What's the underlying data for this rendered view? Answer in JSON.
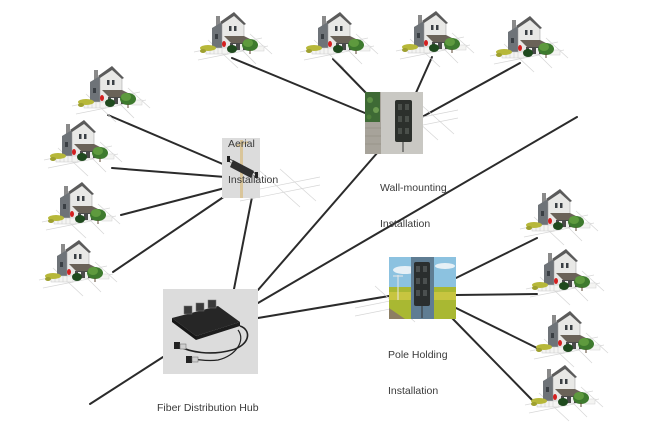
{
  "diagram": {
    "title": "FTTH fiber distribution network",
    "line_color": "#2b2b2b",
    "nodes": {
      "hub": {
        "label_lines": [
          "Fiber Distribution Hub"
        ]
      },
      "aerial": {
        "label_lines": [
          "Aerial",
          "Installation"
        ]
      },
      "wall": {
        "label_lines": [
          "Wall-mounting",
          "Installation"
        ]
      },
      "pole": {
        "label_lines": [
          "Pole Holding",
          "Installation"
        ]
      }
    },
    "houses": {
      "aerial_group": 4,
      "wall_group": 4,
      "pole_group": 4
    },
    "connections": [
      {
        "from": "hub",
        "to": "aerial"
      },
      {
        "from": "hub",
        "to": "wall"
      },
      {
        "from": "hub",
        "to": "pole"
      },
      {
        "from": "hub",
        "to": "offscreen-top-right"
      },
      {
        "from": "hub",
        "to": "offscreen-bottom-left"
      },
      {
        "from": "aerial",
        "to": "house",
        "count": 4
      },
      {
        "from": "wall",
        "to": "house",
        "count": 4
      },
      {
        "from": "pole",
        "to": "house",
        "count": 4
      }
    ]
  }
}
